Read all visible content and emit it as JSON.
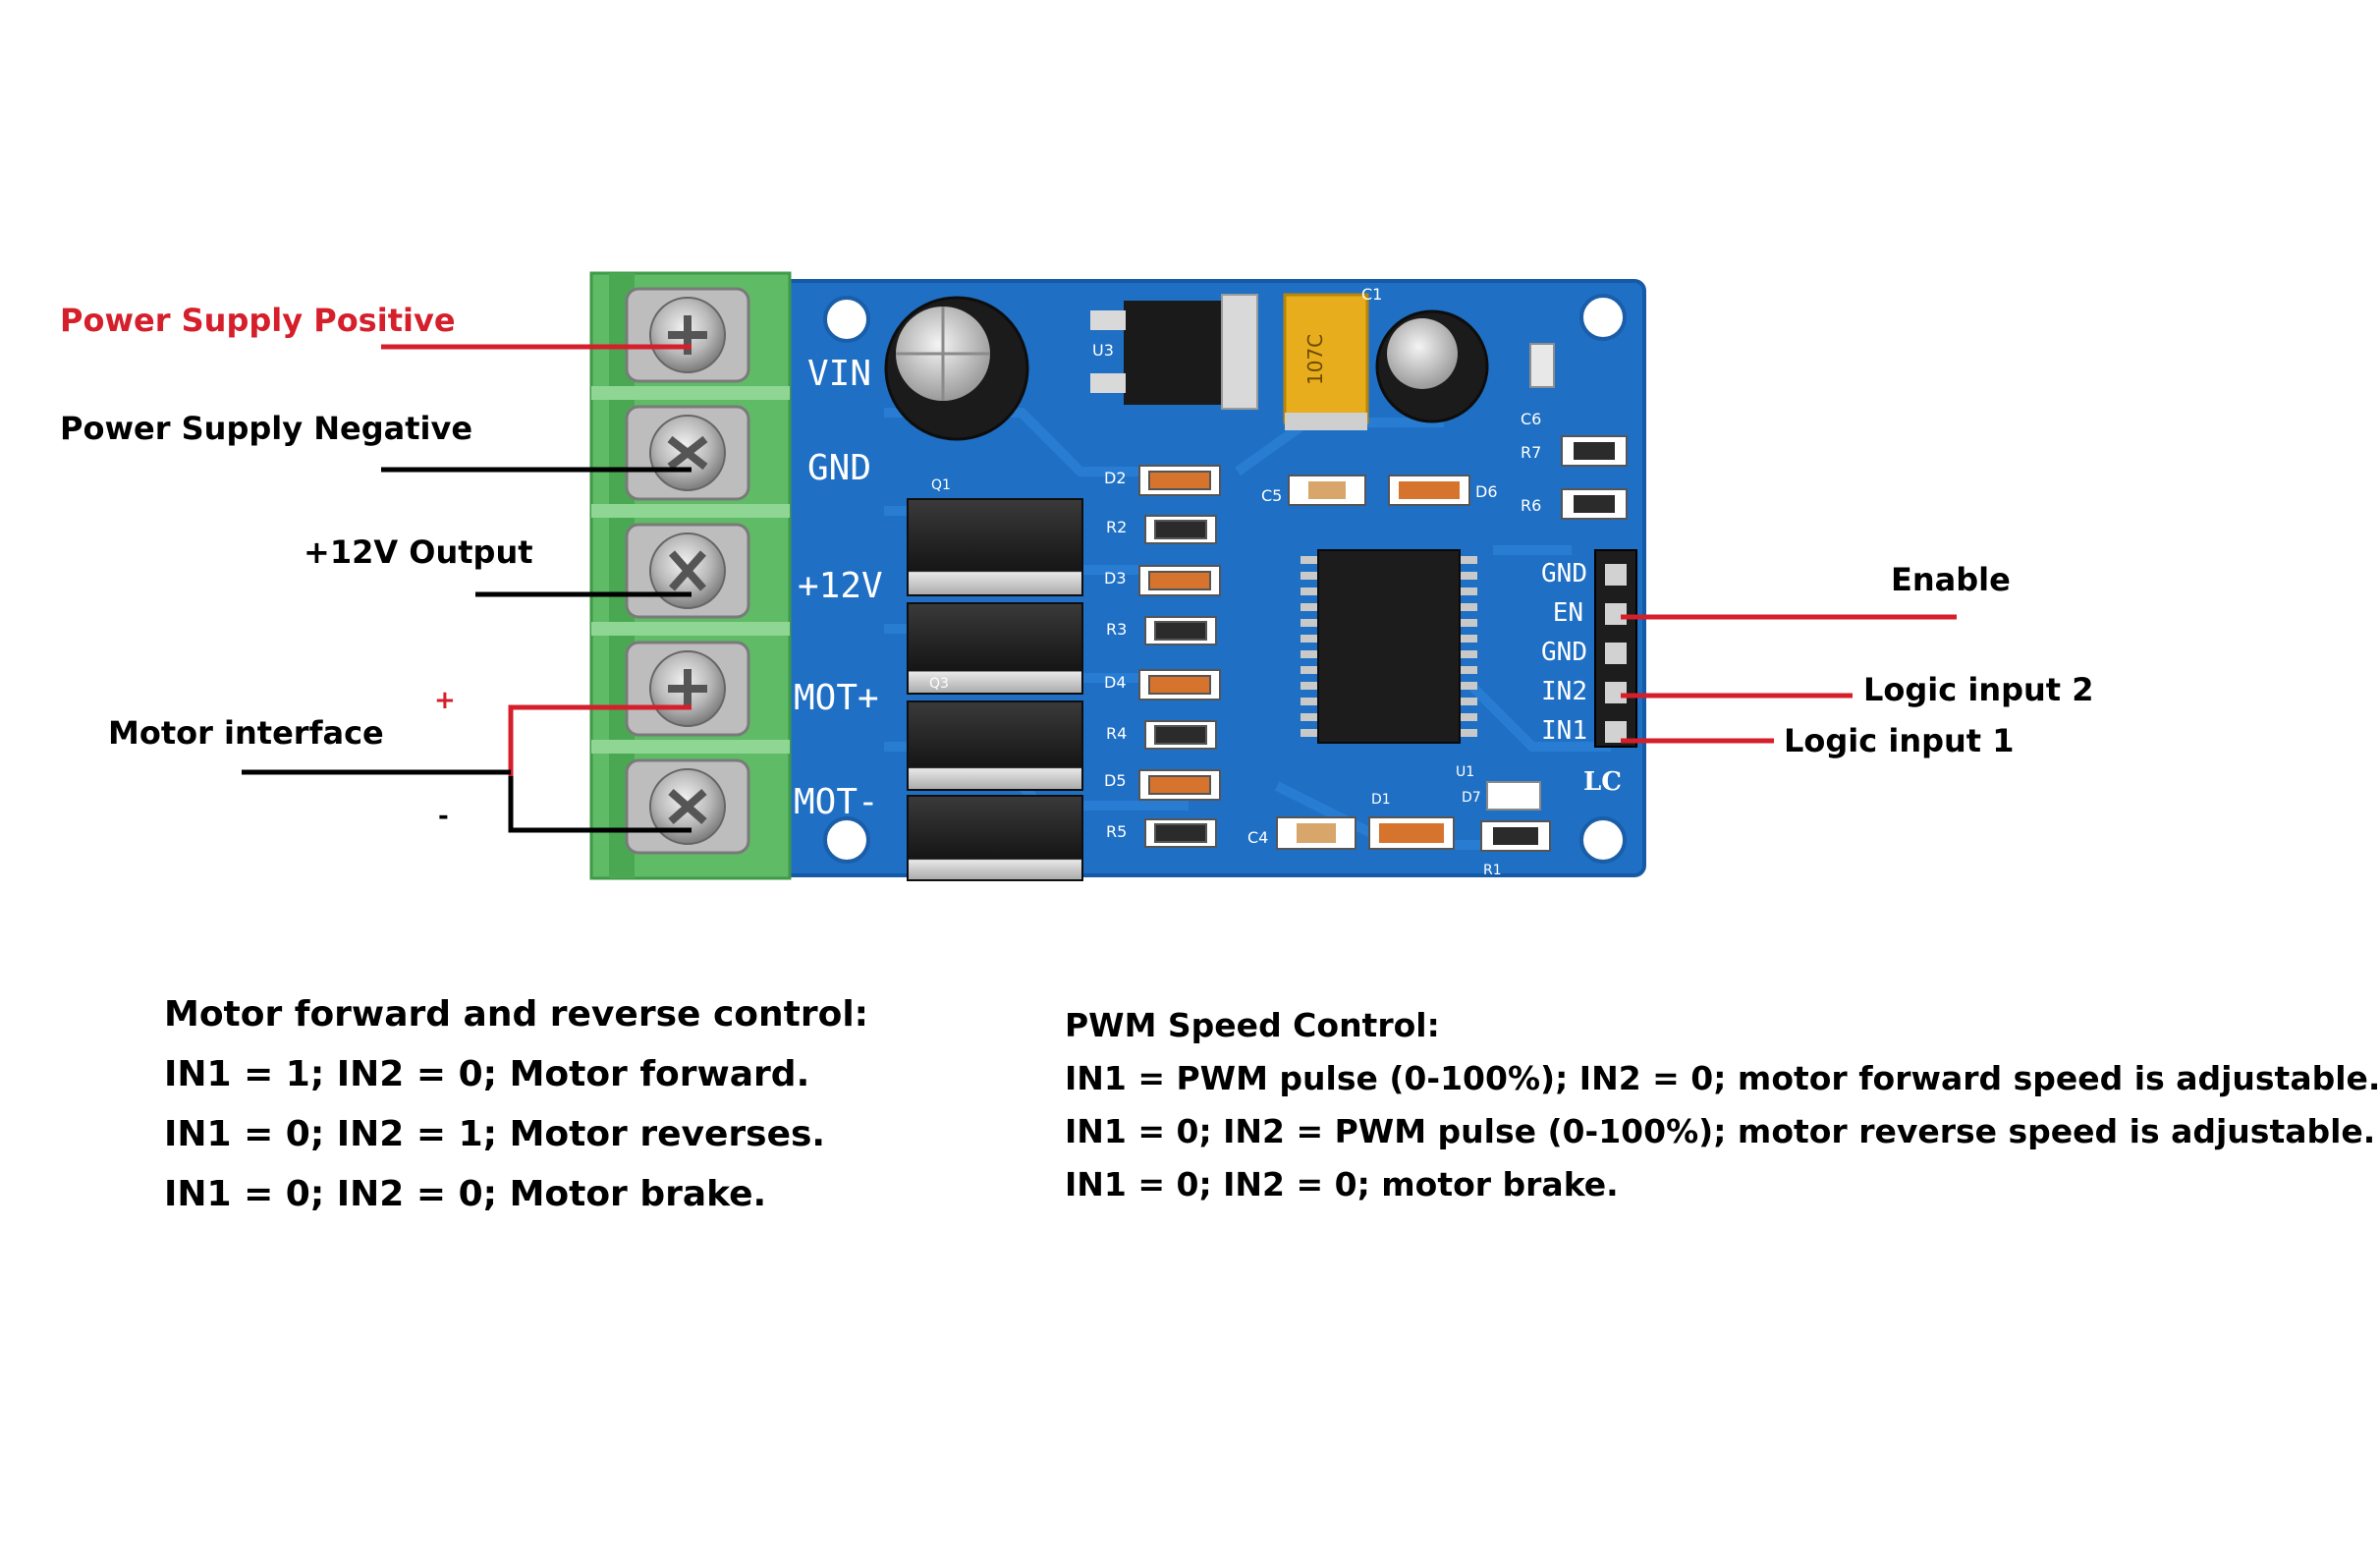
{
  "labels": {
    "power_positive": "Power Supply Positive",
    "power_negative": "Power Supply Negative",
    "output_12v": "+12V Output",
    "motor_interface": "Motor interface",
    "motor_plus": "+",
    "motor_minus": "-",
    "enable": "Enable",
    "logic_input_2": "Logic input 2",
    "logic_input_1": "Logic input 1"
  },
  "board": {
    "terminals": [
      "VIN",
      "GND",
      "+12V",
      "MOT+",
      "MOT-"
    ],
    "header_pins": [
      "GND",
      "EN",
      "GND",
      "IN2",
      "IN1"
    ],
    "components": {
      "q1": "Q1",
      "u3": "U3",
      "c1": "C1",
      "c6": "C6",
      "r7": "R7",
      "r6": "R6",
      "d2": "D2",
      "r2": "R2",
      "d3": "D3",
      "r3": "R3",
      "d4": "D4",
      "r4": "R4",
      "d5": "D5",
      "r5": "R5",
      "c5": "C5",
      "d6": "D6",
      "c4": "C4",
      "d1": "D1",
      "d7": "D7",
      "u1": "U1",
      "q3": "Q3",
      "r1": "R1"
    },
    "logo": "LC",
    "cap_marking": "107C",
    "colors": {
      "pcb": "#1f6fc4",
      "terminal_block": "#64c06a",
      "wire_red": "#d51f2b",
      "wire_black": "#000000",
      "label_red": "#d51f2b"
    }
  },
  "forward_reverse": {
    "title": "Motor forward and reverse control:",
    "lines": [
      "IN1 = 1; IN2 = 0; Motor forward.",
      "IN1 = 0; IN2 = 1; Motor reverses.",
      "IN1 = 0; IN2 = 0; Motor brake."
    ]
  },
  "pwm_control": {
    "title": "PWM Speed Control:",
    "lines": [
      "IN1 = PWM pulse (0-100%); IN2 = 0; motor forward speed is adjustable.",
      "IN1 = 0; IN2 = PWM pulse (0-100%); motor reverse speed is adjustable.",
      "IN1 = 0; IN2 = 0; motor brake."
    ]
  }
}
